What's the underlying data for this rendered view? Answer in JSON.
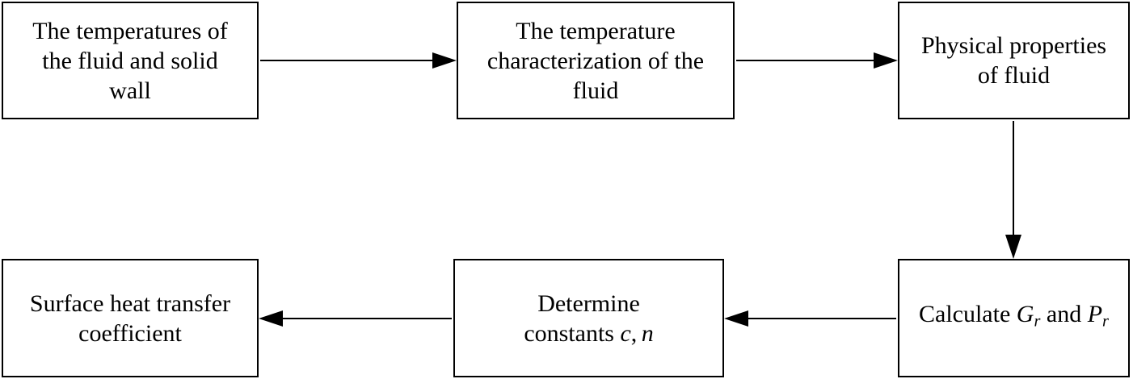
{
  "diagram": {
    "colors": {
      "background": "#ffffff",
      "box_border": "#000000",
      "text": "#000000",
      "arrow": "#000000"
    },
    "nodes": {
      "temperatures_input": {
        "lines": [
          "The temperatures of",
          "the fluid and solid",
          "wall"
        ]
      },
      "temperature_characterization": {
        "lines": [
          "The temperature",
          "characterization of the",
          "fluid"
        ]
      },
      "physical_properties": {
        "lines": [
          "Physical properties",
          "of fluid"
        ]
      },
      "calculate_gr_pr": {
        "prefix": "Calculate ",
        "var1": "G",
        "var1_sub": "r",
        "conjunction": " and ",
        "var2": "P",
        "var2_sub": "r"
      },
      "determine_constants": {
        "line1": "Determine",
        "line2_prefix": "constants ",
        "const1": "c",
        "separator": ",",
        "const2": "n"
      },
      "surface_heat_transfer": {
        "lines": [
          "Surface heat transfer",
          "coefficient"
        ]
      }
    },
    "edges": [
      {
        "from": "temperatures_input",
        "to": "temperature_characterization",
        "direction": "right"
      },
      {
        "from": "temperature_characterization",
        "to": "physical_properties",
        "direction": "right"
      },
      {
        "from": "physical_properties",
        "to": "calculate_gr_pr",
        "direction": "down"
      },
      {
        "from": "calculate_gr_pr",
        "to": "determine_constants",
        "direction": "left"
      },
      {
        "from": "determine_constants",
        "to": "surface_heat_transfer",
        "direction": "left"
      }
    ]
  }
}
